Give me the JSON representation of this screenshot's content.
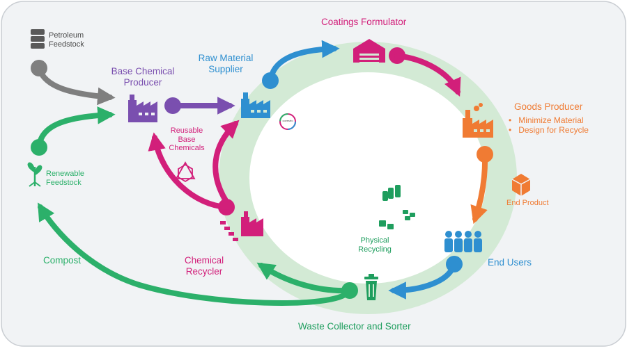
{
  "colors": {
    "panel_bg": "#F1F3F5",
    "ring": "#D3EAD5",
    "grey": "#7F7F7F",
    "purple": "#7A4FAF",
    "blue": "#2E8FD0",
    "magenta": "#D21F7A",
    "orange": "#F07B33",
    "green": "#2CB06A",
    "dark_green": "#1F9E5E"
  },
  "icons": {
    "petroleum": "oil-barrels-icon",
    "renewable": "seedling-icon",
    "base_chemical": "factory-icon",
    "raw_material": "factory-icon",
    "coatings": "warehouse-icon",
    "goods": "factory-smoke-icon",
    "end_product": "package-box-icon",
    "end_users": "people-group-icon",
    "waste": "trash-bin-icon",
    "chemical_recycler": "factory-barrels-icon",
    "reusable": "molecule-icon",
    "physical": "recycled-cubes-icon",
    "logo": "brand-logo-icon"
  },
  "labels": {
    "petroleum": [
      "Petroleum",
      "Feedstock"
    ],
    "renewable": [
      "Renewable",
      "Feedstock"
    ],
    "base_chemical": [
      "Base Chemical",
      "Producer"
    ],
    "raw_material": [
      "Raw Material",
      "Supplier"
    ],
    "coatings": "Coatings Formulator",
    "goods": "Goods Producer",
    "goods_bullets": [
      "Minimize Material",
      "Design for Recycle"
    ],
    "end_product": "End Product",
    "end_users": "End Users",
    "waste": "Waste Collector and Sorter",
    "chemical_recycler": [
      "Chemical",
      "Recycler"
    ],
    "reusable": [
      "Reusable",
      "Base",
      "Chemicals"
    ],
    "physical": [
      "Physical",
      "Recycling"
    ],
    "compost": "Compost",
    "logo": "covestro"
  }
}
